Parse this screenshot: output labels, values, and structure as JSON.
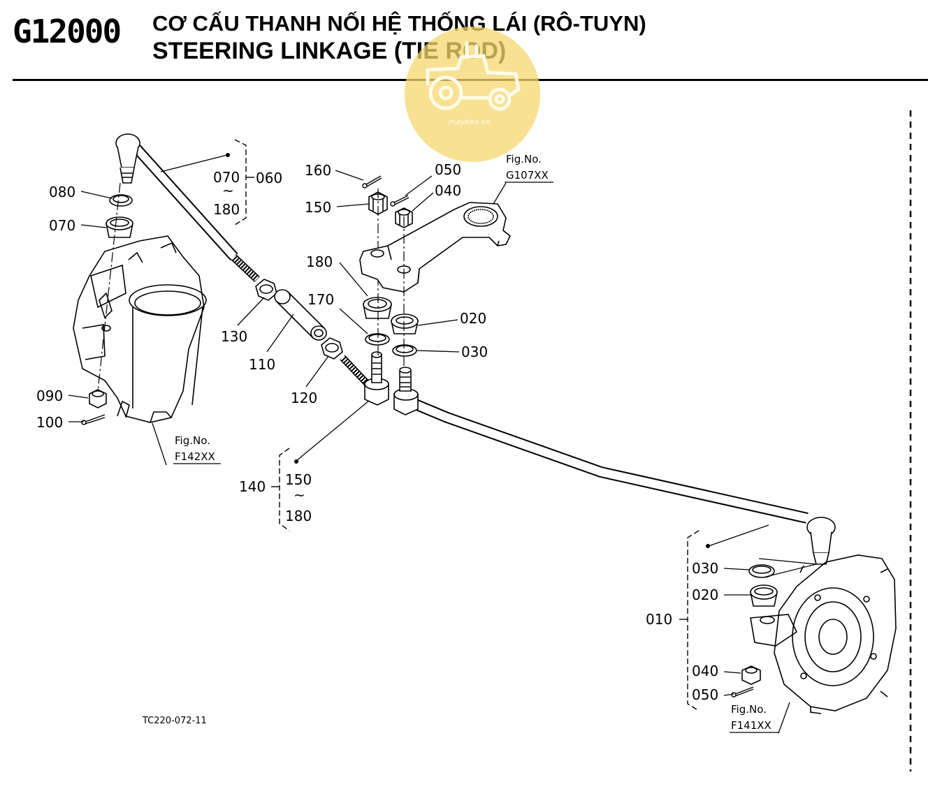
{
  "header": {
    "code": "G12000",
    "title_vi": "CƠ CẤU THANH NỐI HỆ THỐNG LÁI (RÔ-TUYN)",
    "title_en": "STEERING LINKAGE (TIE ROD)"
  },
  "watermark": {
    "text": "maykeo.vn",
    "color": "#f5d76e"
  },
  "labels": {
    "p010": "010",
    "p020": "020",
    "p030": "030",
    "p040": "040",
    "p050": "050",
    "p060": "060",
    "p070": "070",
    "p080": "080",
    "p090": "090",
    "p100": "100",
    "p110": "110",
    "p120": "120",
    "p130": "130",
    "p140": "140",
    "p150": "150",
    "p160": "160",
    "p170": "170",
    "p180": "180"
  },
  "ranges": {
    "r060_from": "070",
    "r060_to": "180",
    "r140_from": "150",
    "r140_to": "180",
    "tilde": "~"
  },
  "fig_refs": {
    "label": "Fig.No.",
    "g107": "G107XX",
    "f142": "F142XX",
    "f141": "F141XX"
  },
  "drawing_code": "TC220-072-11"
}
